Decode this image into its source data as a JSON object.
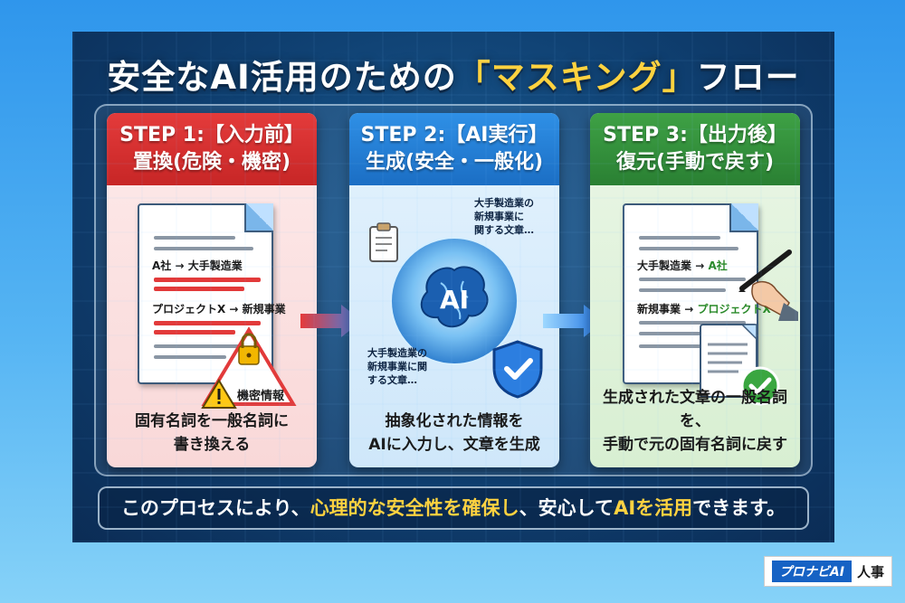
{
  "title": {
    "before": "安全なAI活用のための",
    "highlight": "「マスキング」",
    "after": "フロー"
  },
  "steps": [
    {
      "head_line1": "STEP 1:【入力前】",
      "head_line2": "置換(危険・機密)",
      "doc_lines": [
        "A社 → 大手製造業",
        "プロジェクトX → 新規事業"
      ],
      "badge": "機密情報",
      "desc_line1": "固有名詞を一般名詞に",
      "desc_line2": "書き換える"
    },
    {
      "head_line1": "STEP 2:【AI実行】",
      "head_line2": "生成(安全・一般化)",
      "ai_label": "AI",
      "bubble_top": [
        "大手製造業の",
        "新規事業に",
        "関する文章…"
      ],
      "bubble_bottom": [
        "大手製造業の",
        "新規事業に関",
        "する文章…"
      ],
      "desc_line1": "抽象化された情報を",
      "desc_line2": "AIに入力し、文章を生成"
    },
    {
      "head_line1": "STEP 3:【出力後】",
      "head_line2": "復元(手動で戻す)",
      "doc_lines_a": [
        "大手製造業",
        " → ",
        "A社"
      ],
      "doc_lines_b": [
        "新規事業",
        " → ",
        "プロジェクトX"
      ],
      "desc_line1": "生成された文章の一般名詞を、",
      "desc_line2": "手動で元の固有名詞に戻す"
    }
  ],
  "bottom": {
    "before": "このプロセスにより、",
    "highlight1": "心理的な安全性を確保し",
    "middle": "、安心して",
    "highlight2": "AIを活用",
    "after": "できます。"
  },
  "brand": {
    "name": "プロナビAI",
    "sub": "人事"
  },
  "colors": {
    "step1": "#c72626",
    "step2": "#1b6ec4",
    "step3": "#2a8033",
    "highlight": "#ffd23f"
  }
}
